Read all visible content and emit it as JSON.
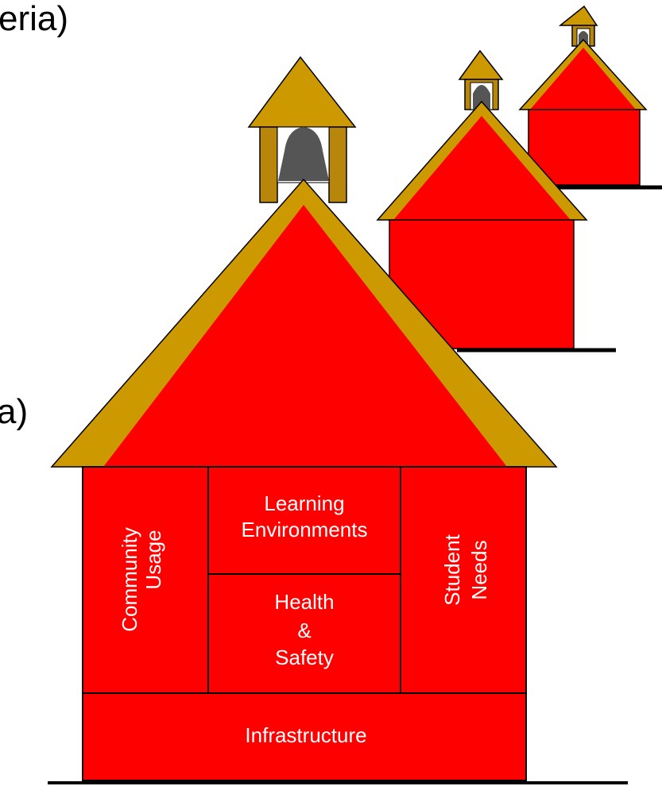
{
  "edge_text": {
    "top": "eria)",
    "middle": "a)"
  },
  "main_house": {
    "community_line1": "Community",
    "community_line2": "Usage",
    "learning_line1": "Learning",
    "learning_line2": "Environments",
    "health_line1": "Health",
    "health_line2": "&",
    "health_line3": "Safety",
    "student_line1": "Student",
    "student_line2": "Needs",
    "infrastructure": "Infrastructure"
  },
  "colors": {
    "wall": "#ff0000",
    "roof": "#cc9900",
    "tower": "#b8860b",
    "bell": "#555555",
    "outline": "#000000"
  }
}
